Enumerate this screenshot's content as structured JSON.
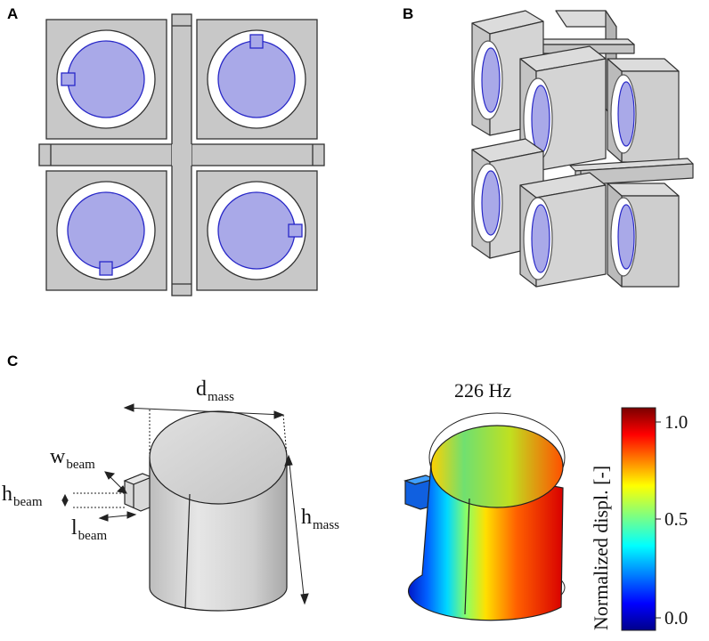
{
  "panels": {
    "a": {
      "label": "A"
    },
    "b": {
      "label": "B"
    },
    "c": {
      "label": "C"
    }
  },
  "dimensions": {
    "d_mass": {
      "main": "d",
      "sub": "mass"
    },
    "w_beam": {
      "main": "w",
      "sub": "beam"
    },
    "h_beam": {
      "main": "h",
      "sub": "beam"
    },
    "l_beam": {
      "main": "l",
      "sub": "beam"
    },
    "h_mass": {
      "main": "h",
      "sub": "mass"
    }
  },
  "mode": {
    "frequency": "226 Hz"
  },
  "colorbar": {
    "title": "Normalized displ. [-]",
    "ticks": [
      "1.0",
      "0.5",
      "0.0"
    ],
    "colors": [
      "#7a0000",
      "#ff0000",
      "#ffff00",
      "#00ffff",
      "#0000ff",
      "#00008a"
    ]
  },
  "colors": {
    "frame_gray": "#c8c8c8",
    "mass_blue": "#a9a9e8",
    "mass_outline": "#2828c8"
  }
}
